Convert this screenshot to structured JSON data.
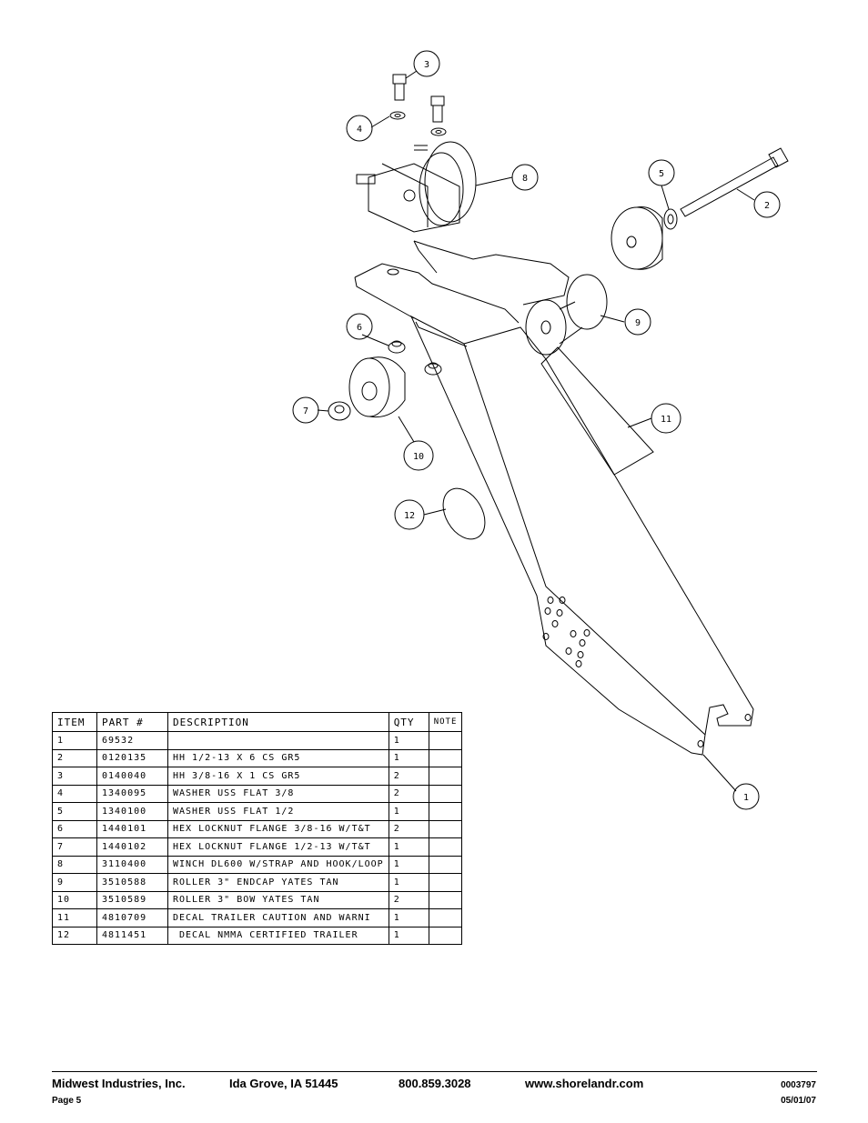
{
  "callouts": [
    "1",
    "2",
    "3",
    "4",
    "5",
    "6",
    "7",
    "8",
    "9",
    "10",
    "11",
    "12"
  ],
  "parts_table": {
    "headers": {
      "item": "ITEM",
      "part": "PART #",
      "description": "DESCRIPTION",
      "qty": "QTY",
      "note": "NOTE"
    },
    "rows": [
      {
        "item": "1",
        "part": "69532",
        "description": "",
        "qty": "1",
        "note": ""
      },
      {
        "item": "2",
        "part": "0120135",
        "description": "HH 1/2-13 X 6 CS GR5",
        "qty": "1",
        "note": ""
      },
      {
        "item": "3",
        "part": "0140040",
        "description": "HH 3/8-16 X 1 CS GR5",
        "qty": "2",
        "note": ""
      },
      {
        "item": "4",
        "part": "1340095",
        "description": "WASHER USS FLAT 3/8",
        "qty": "2",
        "note": ""
      },
      {
        "item": "5",
        "part": "1340100",
        "description": "WASHER USS FLAT 1/2",
        "qty": "1",
        "note": ""
      },
      {
        "item": "6",
        "part": "1440101",
        "description": "HEX LOCKNUT FLANGE 3/8-16 W/T&T",
        "qty": "2",
        "note": ""
      },
      {
        "item": "7",
        "part": "1440102",
        "description": "HEX LOCKNUT FLANGE 1/2-13 W/T&T",
        "qty": "1",
        "note": ""
      },
      {
        "item": "8",
        "part": "3110400",
        "description": "WINCH DL600 W/STRAP AND HOOK/LOOP",
        "qty": "1",
        "note": ""
      },
      {
        "item": "9",
        "part": "3510588",
        "description": "ROLLER 3\" ENDCAP YATES TAN",
        "qty": "1",
        "note": ""
      },
      {
        "item": "10",
        "part": "3510589",
        "description": "ROLLER 3\" BOW YATES TAN",
        "qty": "2",
        "note": ""
      },
      {
        "item": "11",
        "part": "4810709",
        "description": "DECAL TRAILER CAUTION AND WARNI",
        "qty": "1",
        "note": ""
      },
      {
        "item": "12",
        "part": "4811451",
        "description": " DECAL NMMA CERTIFIED TRAILER",
        "qty": "1",
        "note": ""
      }
    ]
  },
  "footer": {
    "company": "Midwest Industries, Inc.",
    "location": "Ida Grove, IA  51445",
    "phone": "800.859.3028",
    "website": "www.shorelandr.com",
    "doc_number": "0003797",
    "page": "Page 5",
    "date": "05/01/07"
  }
}
